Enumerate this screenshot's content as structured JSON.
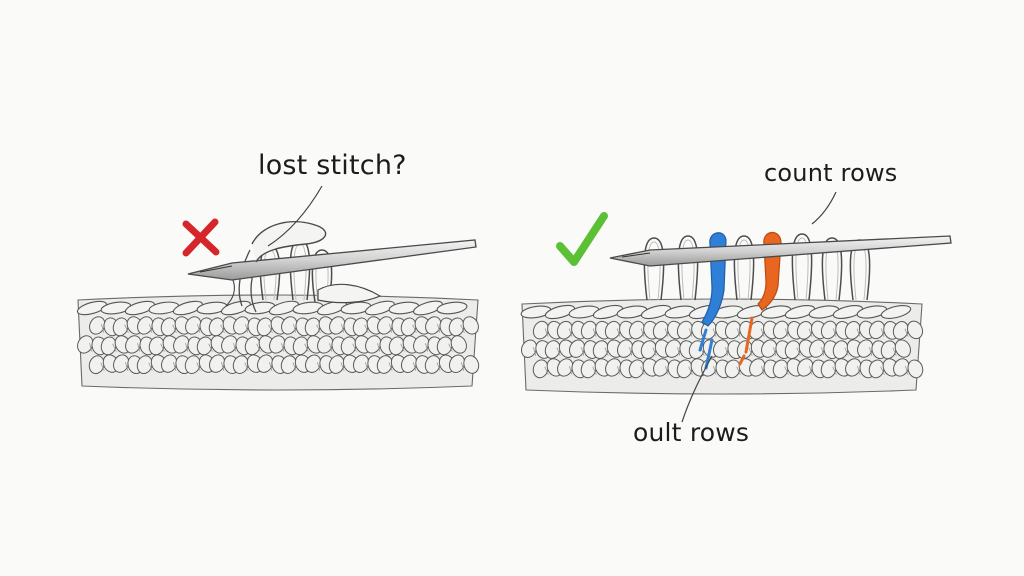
{
  "labels": {
    "wrong_annotation": "lost stitch?",
    "right_top_annotation": "count rows",
    "right_bottom_annotation": "oult rows"
  },
  "icons": {
    "wrong": "cross-mark-icon",
    "right": "check-mark-icon"
  },
  "colors": {
    "background": "#fafaf8",
    "pencil": "#555555",
    "cross": "#d6262b",
    "check": "#5cc034",
    "marker_blue": "#2f7fd6",
    "marker_orange": "#e8661f"
  },
  "panels": {
    "wrong": {
      "rows": 4,
      "loops_on_needle": 3
    },
    "right": {
      "rows": 4,
      "loops_on_needle": 6,
      "stitch_markers": [
        "blue",
        "orange"
      ]
    }
  }
}
